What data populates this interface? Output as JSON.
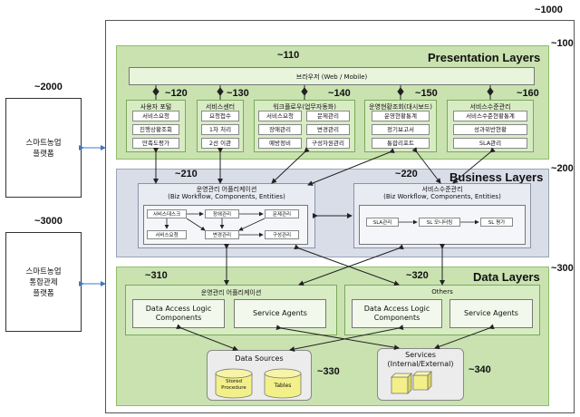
{
  "refs": {
    "system": "1000",
    "platform_a": "2000",
    "platform_b": "3000",
    "presentation": "100",
    "browser": "110",
    "portal": "120",
    "service_center": "130",
    "workflow": "140",
    "dashboard": "150",
    "sla_mgmt": "160",
    "business": "200",
    "ops_app": "210",
    "svc_level": "220",
    "data": "300",
    "ops_data": "310",
    "others": "320",
    "sources": "330",
    "services": "340"
  },
  "side": {
    "platform_a_line1": "스마트농업",
    "platform_a_line2": "플랫폼",
    "platform_b_line1": "스마트농업",
    "platform_b_line2": "통합관제",
    "platform_b_line3": "플랫폼"
  },
  "presentation": {
    "title": "Presentation Layers",
    "browser": "브라우저 (Web / Mobile)",
    "modules": [
      {
        "title": "사용자 포털",
        "items": [
          "서비스요청",
          "진행상황조회",
          "만족도평가"
        ]
      },
      {
        "title": "서비스센터",
        "items": [
          "요청접수",
          "1차 처리",
          "2선 이관"
        ]
      },
      {
        "title": "워크플로우(업무자동화)",
        "items": [
          "서비스요청",
          "문제관리",
          "장애관리",
          "변경관리",
          "예방정비",
          "구성자원관리"
        ]
      },
      {
        "title": "운영현황조회(대시보드)",
        "items": [
          "운영현황통계",
          "정기보고서",
          "통합리포트"
        ]
      },
      {
        "title": "서비스수준관리",
        "items": [
          "서비스수준현황통계",
          "성과위반현황",
          "SLA관리"
        ]
      }
    ]
  },
  "business": {
    "title": "Business Layers",
    "ops_title": "운영관리 어플리케이션",
    "ops_sub": "(Biz Workflow, Components, Entities)",
    "ops_items": [
      "서비스데스크",
      "장애관리",
      "문제관리",
      "서비스요청",
      "변경관리",
      "구성관리"
    ],
    "svc_title": "서비스수준관리",
    "svc_sub": "(Biz Workflow, Components, Entities)",
    "svc_items": [
      "SLA관리",
      "SL 모니터링",
      "SL 평가"
    ]
  },
  "data_layer": {
    "title": "Data Layers",
    "ops_title": "운영관리 어플리케이션",
    "others_title": "Others",
    "dal_line1": "Data Access Logic",
    "dal_line2": "Components",
    "agents": "Service Agents",
    "sources_title": "Data Sources",
    "db1_line1": "Stored",
    "db1_line2": "Procedure",
    "db2": "Tables",
    "services_line1": "Services",
    "services_line2": "(Internal/External)"
  }
}
